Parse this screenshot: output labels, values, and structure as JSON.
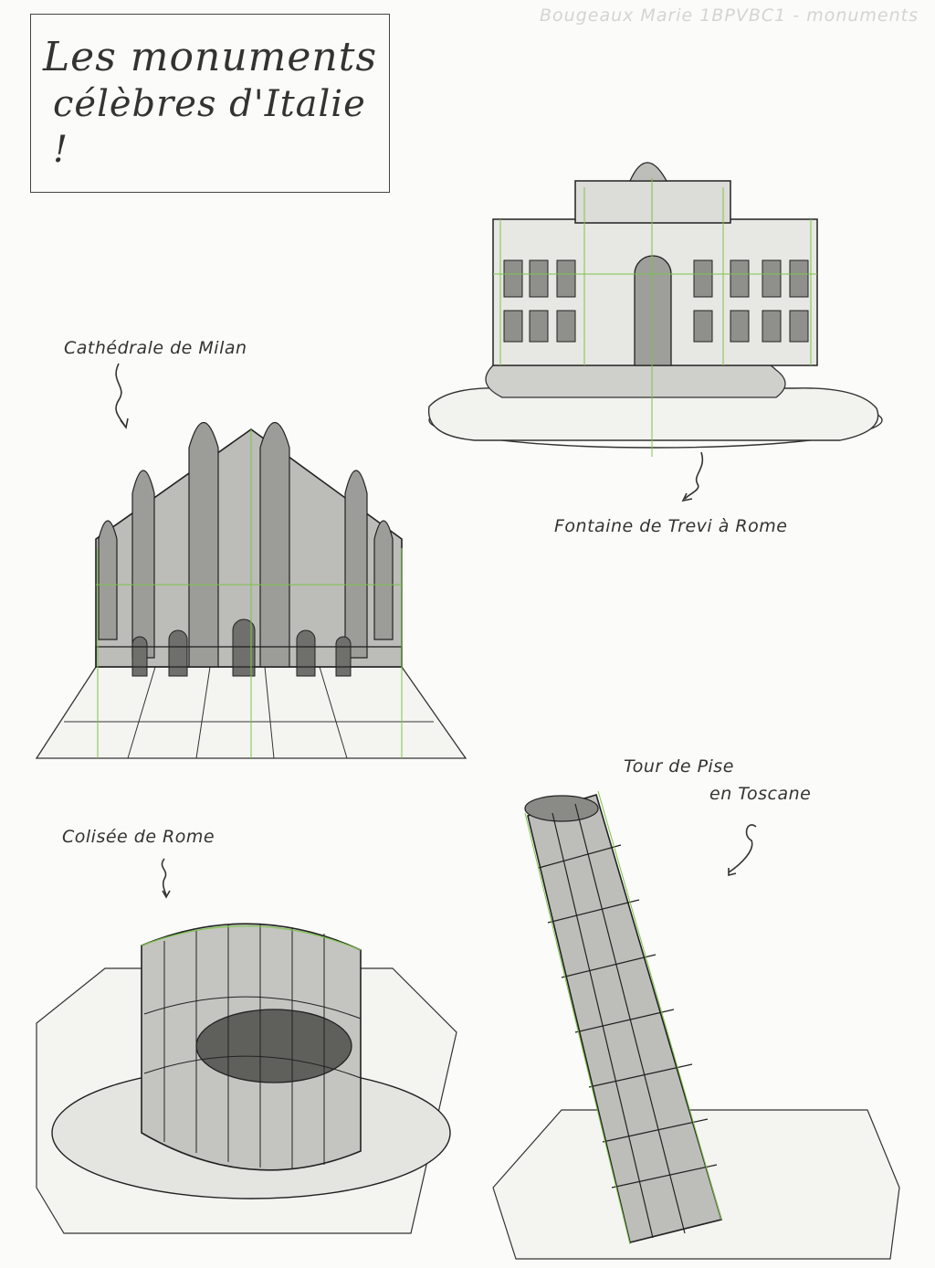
{
  "header": {
    "student_note": "Bougeaux Marie 1BPVBC1 - monuments"
  },
  "title": {
    "line1": "Les monuments",
    "line2": "célèbres d'Italie !"
  },
  "labels": {
    "milan": "Cathédrale de Milan",
    "trevi": "Fontaine de Trevi à Rome",
    "pise_line1": "Tour de Pise",
    "pise_line2": "en Toscane",
    "colisee": "Colisée de Rome"
  },
  "colors": {
    "ink": "#2b2b2b",
    "guide_green": "#7cc44a",
    "paper": "#fbfbf9"
  }
}
